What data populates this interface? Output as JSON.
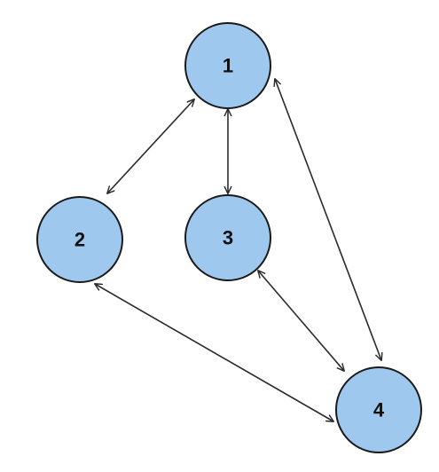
{
  "diagram": {
    "type": "undirected-graph",
    "nodes": [
      {
        "id": "1",
        "label": "1"
      },
      {
        "id": "2",
        "label": "2"
      },
      {
        "id": "3",
        "label": "3"
      },
      {
        "id": "4",
        "label": "4"
      }
    ],
    "edges": [
      {
        "from": "1",
        "to": "2",
        "arrows": "both"
      },
      {
        "from": "1",
        "to": "3",
        "arrows": "both"
      },
      {
        "from": "1",
        "to": "4",
        "arrows": "both"
      },
      {
        "from": "3",
        "to": "4",
        "arrows": "both"
      },
      {
        "from": "2",
        "to": "4",
        "arrows": "both"
      }
    ],
    "colors": {
      "node_fill": "#9ec8ee",
      "node_stroke": "#1a1a1a",
      "edge": "#2b2b2b",
      "label": "#111111"
    }
  }
}
